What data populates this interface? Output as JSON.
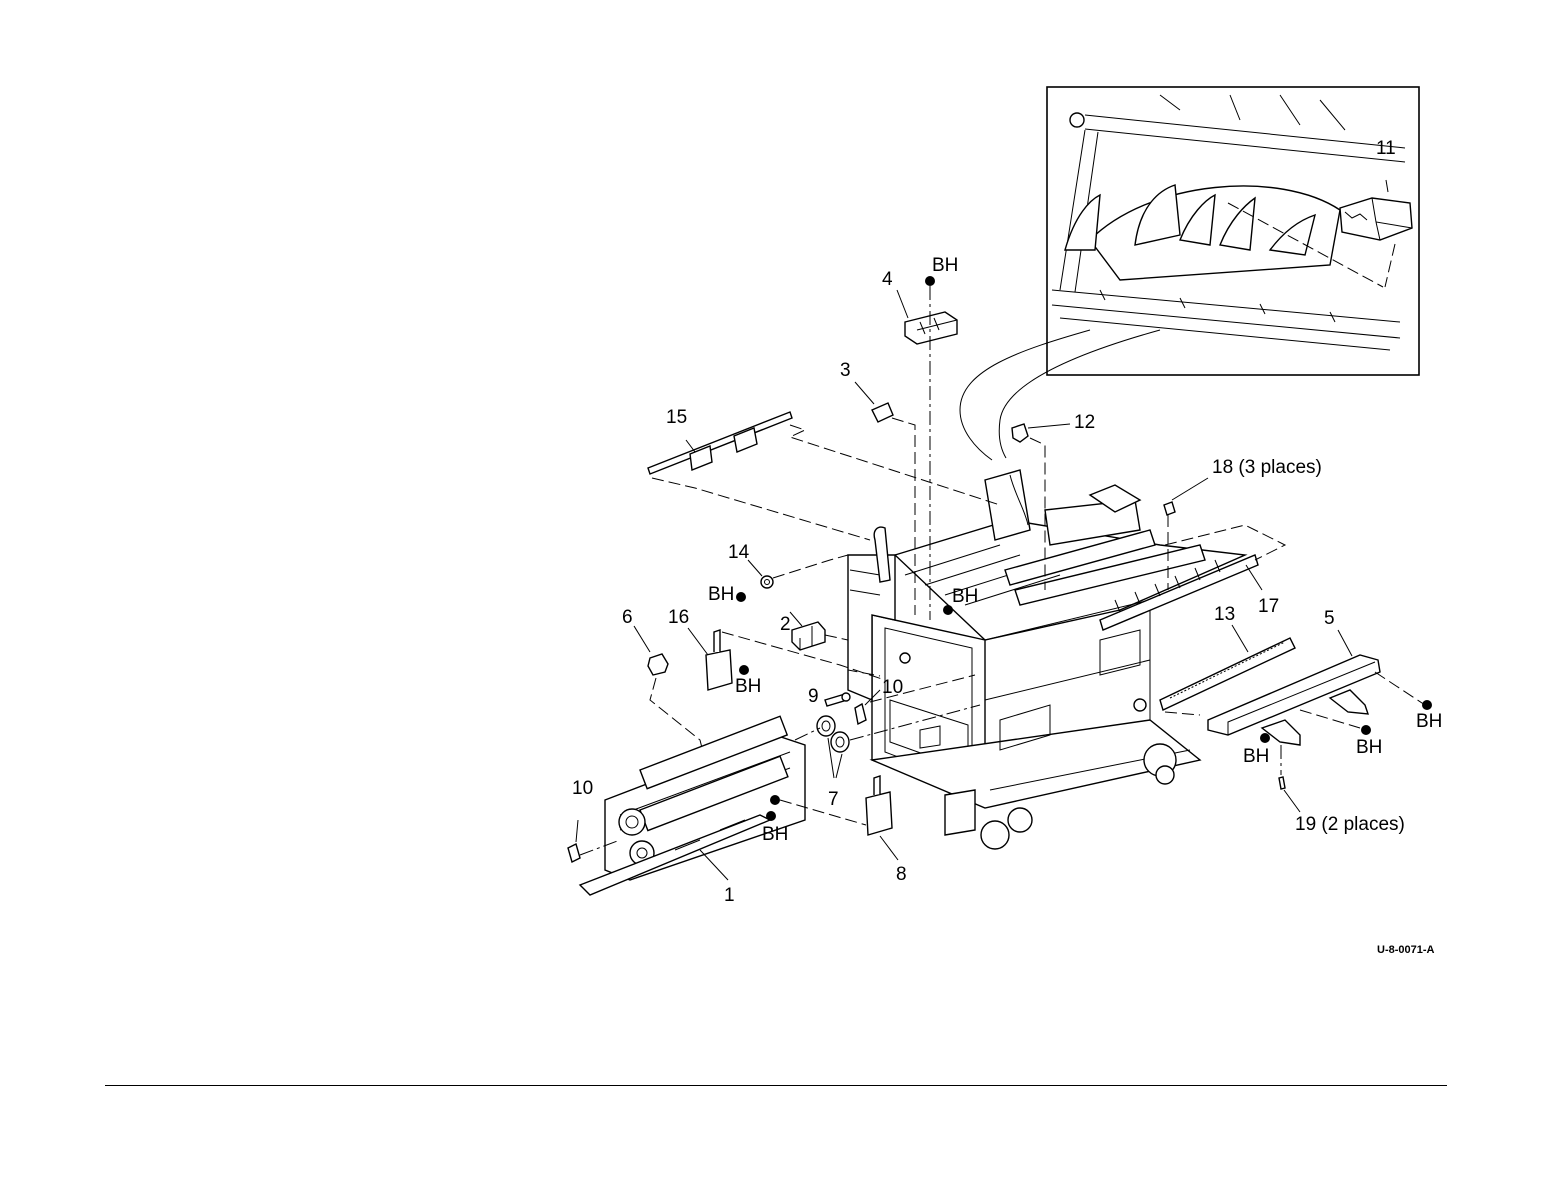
{
  "callouts": {
    "c1": "1",
    "c2": "2",
    "c3": "3",
    "c4": "4",
    "c5": "5",
    "c6": "6",
    "c7": "7",
    "c8": "8",
    "c9": "9",
    "c10a": "10",
    "c10b": "10",
    "c11": "11",
    "c12": "12",
    "c13": "13",
    "c14": "14",
    "c15": "15",
    "c16": "16",
    "c17": "17",
    "c18": "18 (3 places)",
    "c19": "19 (2 places)"
  },
  "screw_label": "BH",
  "figure_code": "U-8-0071-A"
}
